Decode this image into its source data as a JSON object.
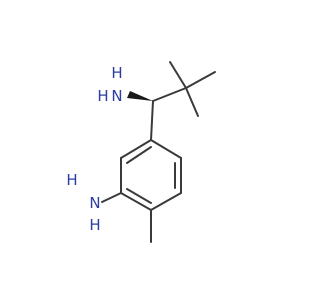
{
  "molecule": {
    "atoms": {
      "amine_top_H": "H",
      "amine_top_N": "N",
      "amine_top_H2": "H",
      "amine_left_H": "H",
      "amine_left_N": "N",
      "amine_left_H2": "H"
    },
    "colors": {
      "bond": "#3a3a3a",
      "heteroatom": "#2b3ea0",
      "background": "#ffffff"
    }
  }
}
